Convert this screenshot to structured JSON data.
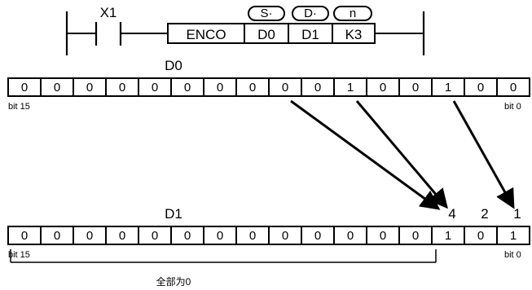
{
  "ladder": {
    "contact": "X1",
    "instruction": "ENCO",
    "operand_tags": [
      "S·",
      "D·",
      "n"
    ],
    "operands": [
      "D0",
      "D1",
      "K3"
    ]
  },
  "source": {
    "label": "D0",
    "bits": [
      "0",
      "0",
      "0",
      "0",
      "0",
      "0",
      "0",
      "0",
      "0",
      "0",
      "1",
      "0",
      "0",
      "1",
      "0",
      "0"
    ],
    "msb_label": "bit 15",
    "lsb_label": "bit 0"
  },
  "dest": {
    "label": "D1",
    "bits": [
      "0",
      "0",
      "0",
      "0",
      "0",
      "0",
      "0",
      "0",
      "0",
      "0",
      "0",
      "0",
      "0",
      "1",
      "0",
      "1"
    ],
    "msb_label": "bit 15",
    "lsb_label": "bit 0"
  },
  "weights": [
    "4",
    "2",
    "1"
  ],
  "note": "全部为0"
}
